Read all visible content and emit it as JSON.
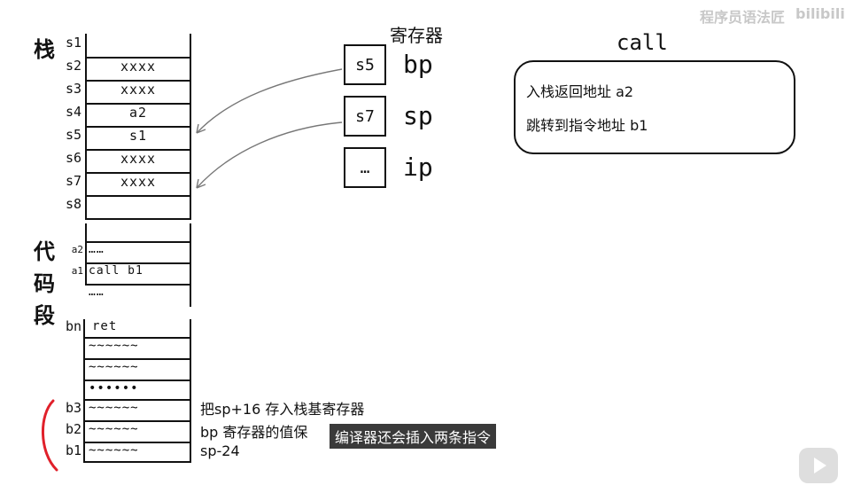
{
  "watermark": {
    "text": "程序员语法匠",
    "brand": "bilibili"
  },
  "stack": {
    "title": "栈",
    "slots": [
      {
        "label": "s1",
        "value": ""
      },
      {
        "label": "s2",
        "value": "xxxx"
      },
      {
        "label": "s3",
        "value": "xxxx"
      },
      {
        "label": "s4",
        "value": "a2"
      },
      {
        "label": "s5",
        "value": "s1"
      },
      {
        "label": "s6",
        "value": "xxxx"
      },
      {
        "label": "s7",
        "value": "xxxx"
      },
      {
        "label": "s8",
        "value": ""
      }
    ]
  },
  "code_segment": {
    "title_chars": [
      "代",
      "码",
      "段"
    ],
    "rows": [
      {
        "label": "a2",
        "value": "……"
      },
      {
        "label": "a1",
        "value": "call b1"
      },
      {
        "label": "",
        "value": "……"
      },
      {
        "label": "bn",
        "value": "ret"
      },
      {
        "label": "",
        "value": "~~~~~~"
      },
      {
        "label": "",
        "value": "~~~~~~"
      },
      {
        "label": "",
        "value": "••••••"
      },
      {
        "label": "b3",
        "value": "~~~~~~"
      },
      {
        "label": "b2",
        "value": "~~~~~~"
      },
      {
        "label": "b1",
        "value": "~~~~~~"
      }
    ]
  },
  "notes": {
    "b3": "把sp+16 存入栈基寄存器",
    "b2": "bp 寄存器的值保",
    "b1": "sp-24"
  },
  "registers": {
    "title": "寄存器",
    "items": [
      {
        "value": "s5",
        "name": "bp"
      },
      {
        "value": "s7",
        "name": "sp"
      },
      {
        "value": "…",
        "name": "ip"
      }
    ]
  },
  "call": {
    "title": "call",
    "lines": [
      "入栈返回地址 a2",
      "跳转到指令地址 b1"
    ]
  },
  "subtitle": "编译器还会插入两条指令",
  "colors": {
    "bracket": "#e0202a",
    "subtitle_bg": "#3a3a3a"
  }
}
